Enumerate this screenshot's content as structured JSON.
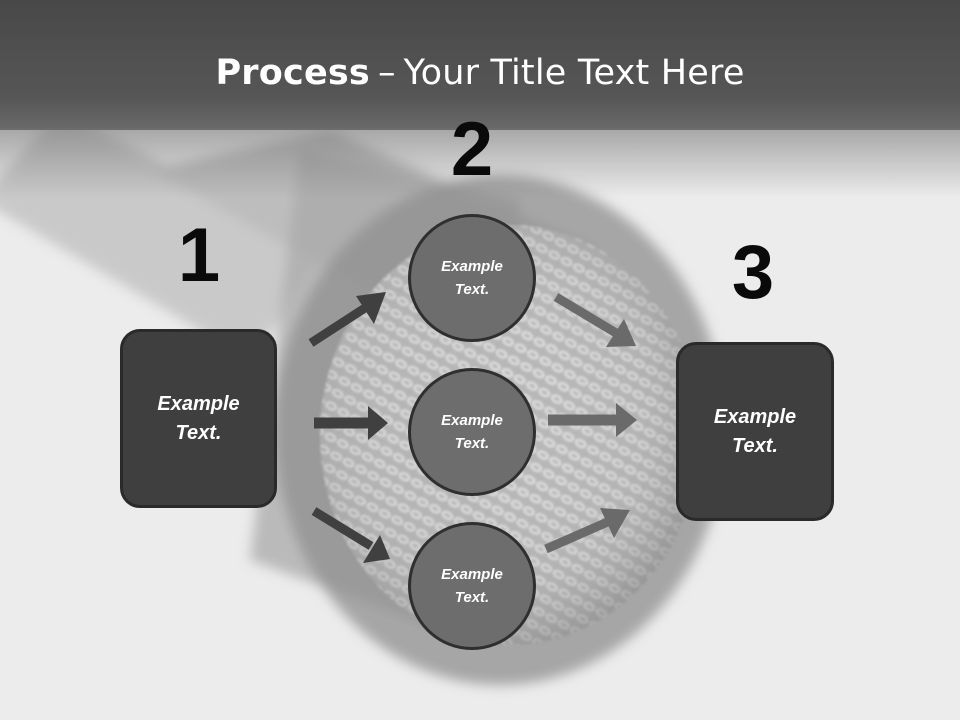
{
  "slide": {
    "title_bold": "Process",
    "title_separator": "–",
    "title_rest": "Your Title Text Here"
  },
  "steps": [
    {
      "number": "1",
      "text": "Example\nText."
    },
    {
      "number": "2",
      "items": [
        "Example\nText.",
        "Example\nText.",
        "Example\nText."
      ]
    },
    {
      "number": "3",
      "text": "Example\nText."
    }
  ],
  "colors": {
    "header": "#4f4f4f",
    "box_fill": "#3f3f3f",
    "circle_fill": "#6d6d6d",
    "arrow_dark": "#404040",
    "arrow_light": "#6a6a6a"
  }
}
